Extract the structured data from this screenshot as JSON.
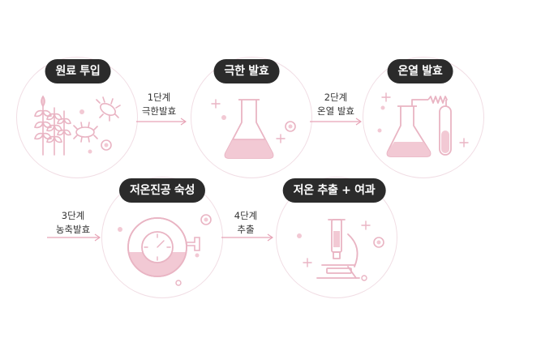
{
  "stages": [
    {
      "title": "원료 투입",
      "icon": "grain-bacteria-icon"
    },
    {
      "title": "극한 발효",
      "icon": "erlenmeyer-flask-icon"
    },
    {
      "title": "온열 발효",
      "icon": "flask-tube-icon"
    },
    {
      "title": "저온진공 숙성",
      "icon": "vacuum-tank-gauge-icon"
    },
    {
      "title": "저온 추출 + 여과",
      "icon": "microscope-icon"
    }
  ],
  "steps": [
    {
      "number": "1단계",
      "label": "극한발효"
    },
    {
      "number": "2단계",
      "label": "온열 발효"
    },
    {
      "number": "3단계",
      "label": "농축발효"
    },
    {
      "number": "4단계",
      "label": "추출"
    }
  ],
  "colors": {
    "pink_fill": "#f2c9d4",
    "pink_line": "#e9b4c3",
    "circle_border": "#f1dde4",
    "pill_bg": "#2b2b2b",
    "arrow": "#e7a3b6"
  }
}
